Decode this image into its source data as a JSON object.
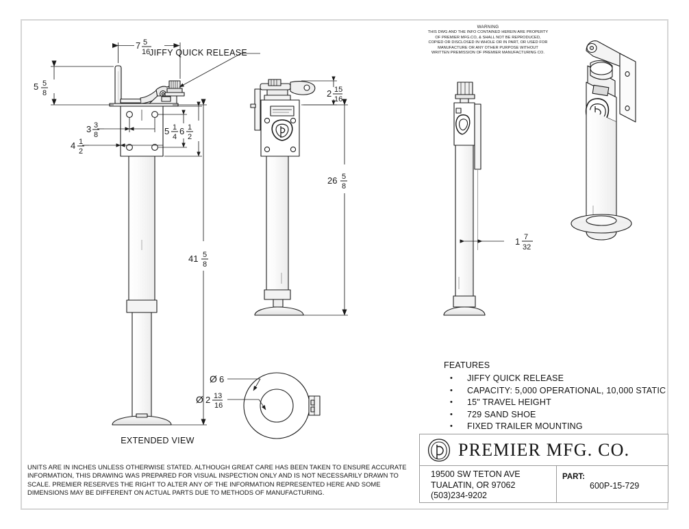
{
  "drawing": {
    "warning": {
      "title": "WARNING",
      "lines": [
        "THIS DWG AND THE INFO CONTAINED HEREIN ARE PROPERTY",
        "OF PREMIER MFG.CO, & SHALL NOT BE REPRODUCED,",
        "COPIED OR DISCLOSED IN WHOLE OR IN PART, OR USED FOR",
        "MANUFACTURE OR ANY OTHER PURPOSE WITHOUT",
        "WRITTEN PREMISSION OF PREMIER MANUFACTURING CO."
      ]
    },
    "callout": "JIFFY QUICK RELEASE",
    "view_label": "EXTENDED VIEW",
    "dimensions": {
      "handle_reach": {
        "whole": "7",
        "num": "5",
        "den": "16"
      },
      "handle_height": {
        "whole": "5",
        "num": "5",
        "den": "8"
      },
      "plate_hole_width": {
        "whole": "3",
        "num": "3",
        "den": "8"
      },
      "plate_width": {
        "whole": "4",
        "num": "1",
        "den": "2"
      },
      "plate_hole_height": {
        "whole": "5",
        "num": "1",
        "den": "4"
      },
      "plate_height": {
        "whole": "6",
        "num": "1",
        "den": "2"
      },
      "overall_extended": {
        "whole": "41",
        "num": "5",
        "den": "8"
      },
      "head_height": {
        "whole": "2",
        "num": "15",
        "den": "16"
      },
      "retracted_height": {
        "whole": "26",
        "num": "5",
        "den": "8"
      },
      "tube_offset": {
        "whole": "1",
        "num": "7",
        "den": "32"
      },
      "shoe_outer_dia": {
        "sym": "Ø",
        "whole": "6",
        "num": "",
        "den": ""
      },
      "shoe_inner_dia": {
        "sym": "Ø",
        "whole": "2",
        "num": "13",
        "den": "16"
      }
    },
    "features": {
      "title": "FEATURES",
      "bullet": "•",
      "items": [
        "JIFFY QUICK RELEASE",
        "CAPACITY: 5,000 OPERATIONAL, 10,000 STATIC",
        "15\" TRAVEL HEIGHT",
        "729 SAND SHOE",
        "FIXED TRAILER MOUNTING"
      ]
    },
    "title_block": {
      "company": "PREMIER  MFG.  CO.",
      "address_line1": "19500 SW TETON AVE",
      "address_line2": "TUALATIN, OR 97062",
      "address_line3": "(503)234-9202",
      "part_label": "PART:",
      "part_number": "600P-15-729"
    },
    "disclaimer": [
      "UNITS ARE IN INCHES UNLESS OTHERWISE STATED.  ALTHOUGH GREAT CARE HAS BEEN TAKEN TO ENSURE ACCURATE",
      "INFORMATION, THIS DRAWING WAS PREPARED FOR VISUAL INSPECTION ONLY AND IS NOT NECESSARILY DRAWN TO",
      "SCALE.  PREMIER RESERVES THE RIGHT TO ALTER ANY OF THE INFORMATION REPRESENTED HERE AND SOME",
      "DIMENSIONS MAY BE DIFFERENT ON ACTUAL PARTS DUE TO METHODS OF MANUFACTURING."
    ],
    "colors": {
      "line": "#1a1a1a",
      "border": "#d6d6d6",
      "shade": "#f2f2f2"
    }
  }
}
